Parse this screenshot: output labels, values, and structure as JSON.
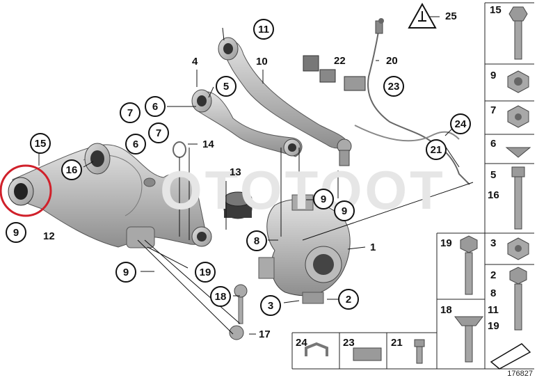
{
  "watermark": "OTOTOOT",
  "reference_number": "176827",
  "callouts": {
    "c1": "1",
    "c2": "2",
    "c3": "3",
    "c4": "4",
    "c5": "5",
    "c6a": "6",
    "c6b": "6",
    "c7a": "7",
    "c7b": "7",
    "c8": "8",
    "c9a": "9",
    "c9b": "9",
    "c9c": "9",
    "c9d": "9",
    "c10": "10",
    "c11": "11",
    "c12": "12",
    "c13": "13",
    "c14": "14",
    "c15": "15",
    "c16": "16",
    "c17": "17",
    "c18": "18",
    "c19": "19",
    "c20": "20",
    "c21": "21",
    "c22": "22",
    "c23": "23",
    "c24": "24",
    "c25": "25"
  },
  "side_panel": {
    "p15": "15",
    "p9": "9",
    "p7": "7",
    "p6": "6",
    "p5": "5",
    "p16": "16",
    "p3": "3",
    "p19": "19",
    "p2": "2",
    "p8": "8",
    "p11": "11",
    "p19b": "19",
    "p18": "18"
  },
  "bottom_panel": {
    "b24": "24",
    "b23": "23",
    "b21": "21"
  },
  "highlight_color": "#d0202a"
}
